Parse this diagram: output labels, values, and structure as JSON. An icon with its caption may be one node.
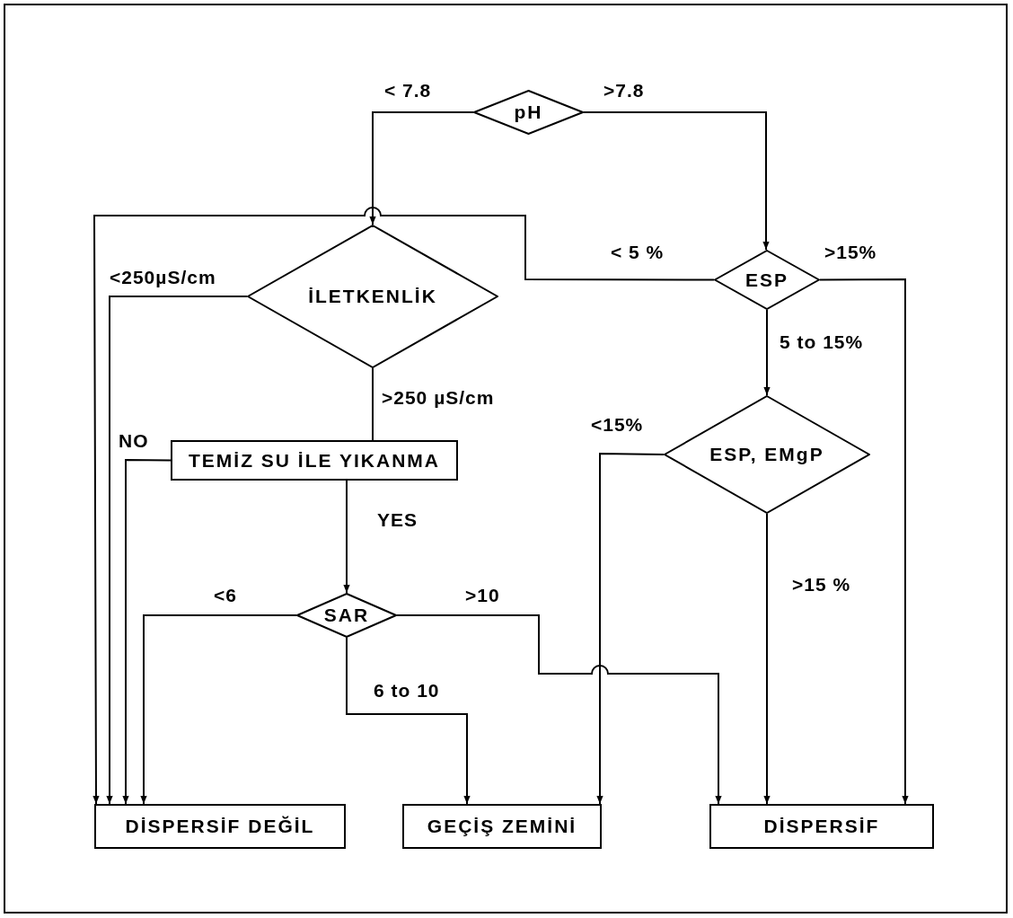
{
  "diagram": {
    "nodes": [
      {
        "text": [
          "pH"
        ]
      },
      {
        "text": [
          "ESP"
        ]
      },
      {
        "text": [
          "İLETKENLİK"
        ]
      },
      {
        "text": [
          "TEMİZ SU İLE YIKANMA"
        ]
      },
      {
        "text": [
          "ESP, EMgP"
        ]
      },
      {
        "text": [
          "SAR"
        ]
      },
      {
        "text": [
          "DİSPERSİF DEĞİL"
        ]
      },
      {
        "text": [
          "GEÇİŞ ZEMİNİ"
        ]
      },
      {
        "text": [
          "DİSPERSİF"
        ]
      }
    ],
    "edges": [
      {
        "from": 0,
        "to": 2,
        "arrow": "to",
        "label": "< 7.8"
      },
      {
        "from": 0,
        "to": 1,
        "arrow": "to",
        "label": ">7.8"
      },
      {
        "from": 1,
        "to": 6,
        "arrow": "to",
        "label": "< 5 %"
      },
      {
        "from": 1,
        "to": 8,
        "arrow": "to",
        "label": ">15%"
      },
      {
        "from": 1,
        "to": 4,
        "arrow": "to",
        "label": "5 to 15%"
      },
      {
        "from": 2,
        "to": 6,
        "arrow": "to",
        "label": "<250µS/cm"
      },
      {
        "from": 2,
        "to": 3,
        "arrow": "none",
        "label": ">250 µS/cm"
      },
      {
        "from": 3,
        "to": 6,
        "arrow": "to",
        "label": "NO"
      },
      {
        "from": 3,
        "to": 5,
        "arrow": "to",
        "label": "YES"
      },
      {
        "from": 4,
        "to": 7,
        "arrow": "to",
        "label": "<15%"
      },
      {
        "from": 4,
        "to": 8,
        "arrow": "to",
        "label": ">15 %"
      },
      {
        "from": 5,
        "to": 6,
        "arrow": "to",
        "label": "<6"
      },
      {
        "from": 5,
        "to": 8,
        "arrow": "to",
        "label": ">10"
      },
      {
        "from": 5,
        "to": 7,
        "arrow": "to",
        "label": "6 to 10"
      }
    ]
  }
}
